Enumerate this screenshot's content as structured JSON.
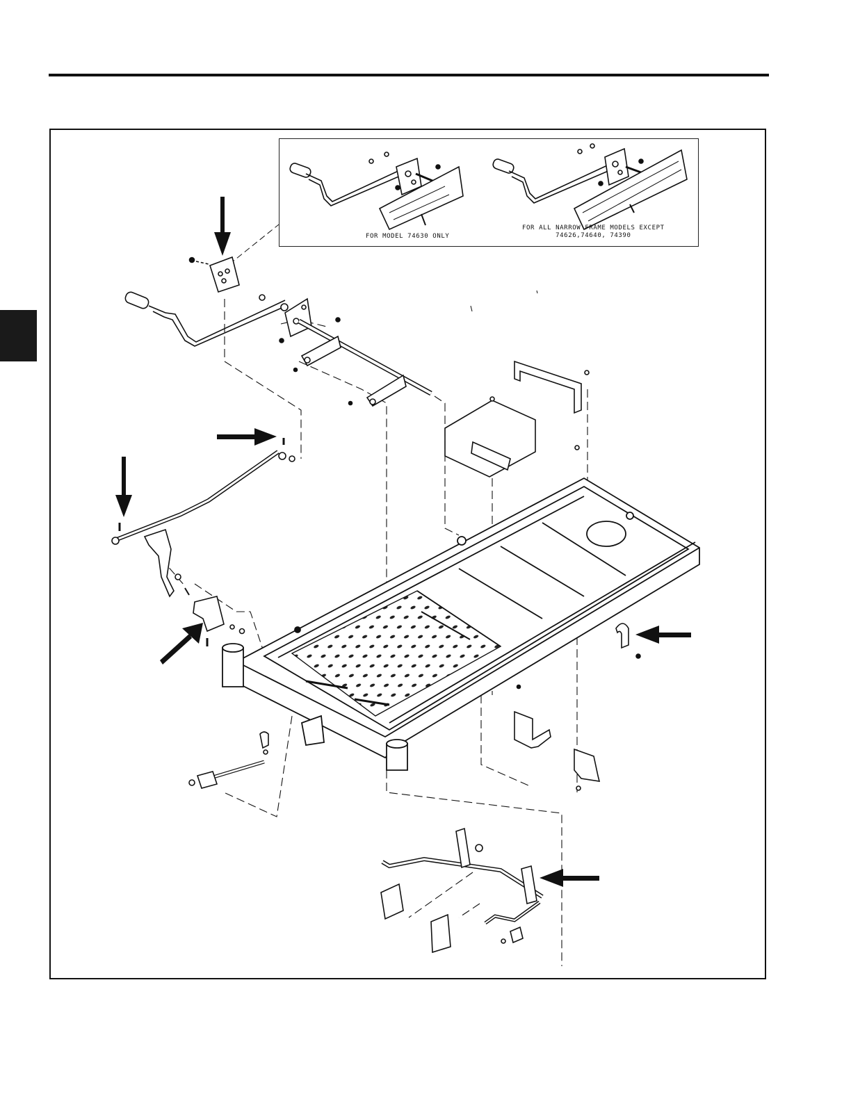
{
  "inset": {
    "caption_1": "FOR MODEL 74630 ONLY",
    "caption_2_line1": "FOR ALL NARROW FRAME MODELS EXCEPT",
    "caption_2_line2": "74626,74640, 74390"
  },
  "colors": {
    "ink": "#111111",
    "tab": "#1a1a1a",
    "paper": "#ffffff"
  },
  "icons": [
    "arrow-down-icon",
    "arrow-right-icon",
    "arrow-left-icon",
    "arrow-up-right-icon"
  ]
}
